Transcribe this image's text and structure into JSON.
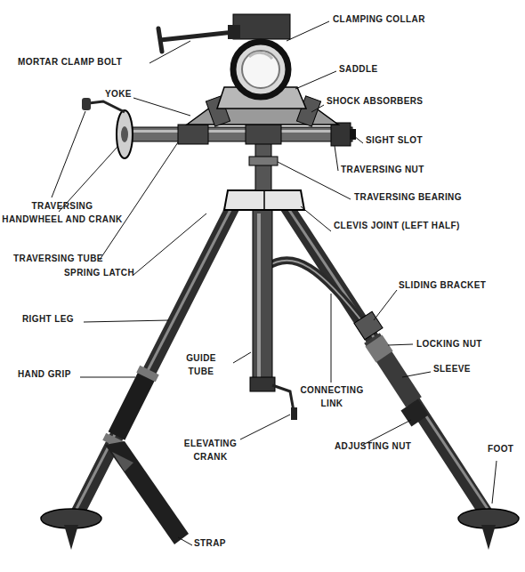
{
  "diagram": {
    "labels": [
      "CLAMPING COLLAR",
      "MORTAR CLAMP BOLT",
      "SADDLE",
      "YOKE",
      "SHOCK ABSORBERS",
      "SIGHT SLOT",
      "TRAVERSING NUT",
      "TRAVERSING BEARING",
      "TRAVERSING HANDWHEEL AND CRANK",
      "CLEVIS JOINT (LEFT HALF)",
      "TRAVERSING TUBE",
      "SPRING LATCH",
      "SLIDING BRACKET",
      "LOCKING NUT",
      "RIGHT LEG",
      "SLEEVE",
      "HAND GRIP",
      "GUIDE TUBE",
      "CONNECTING LINK",
      "ELEVATING CRANK",
      "ADJUSTING NUT",
      "FOOT",
      "STRAP"
    ]
  }
}
